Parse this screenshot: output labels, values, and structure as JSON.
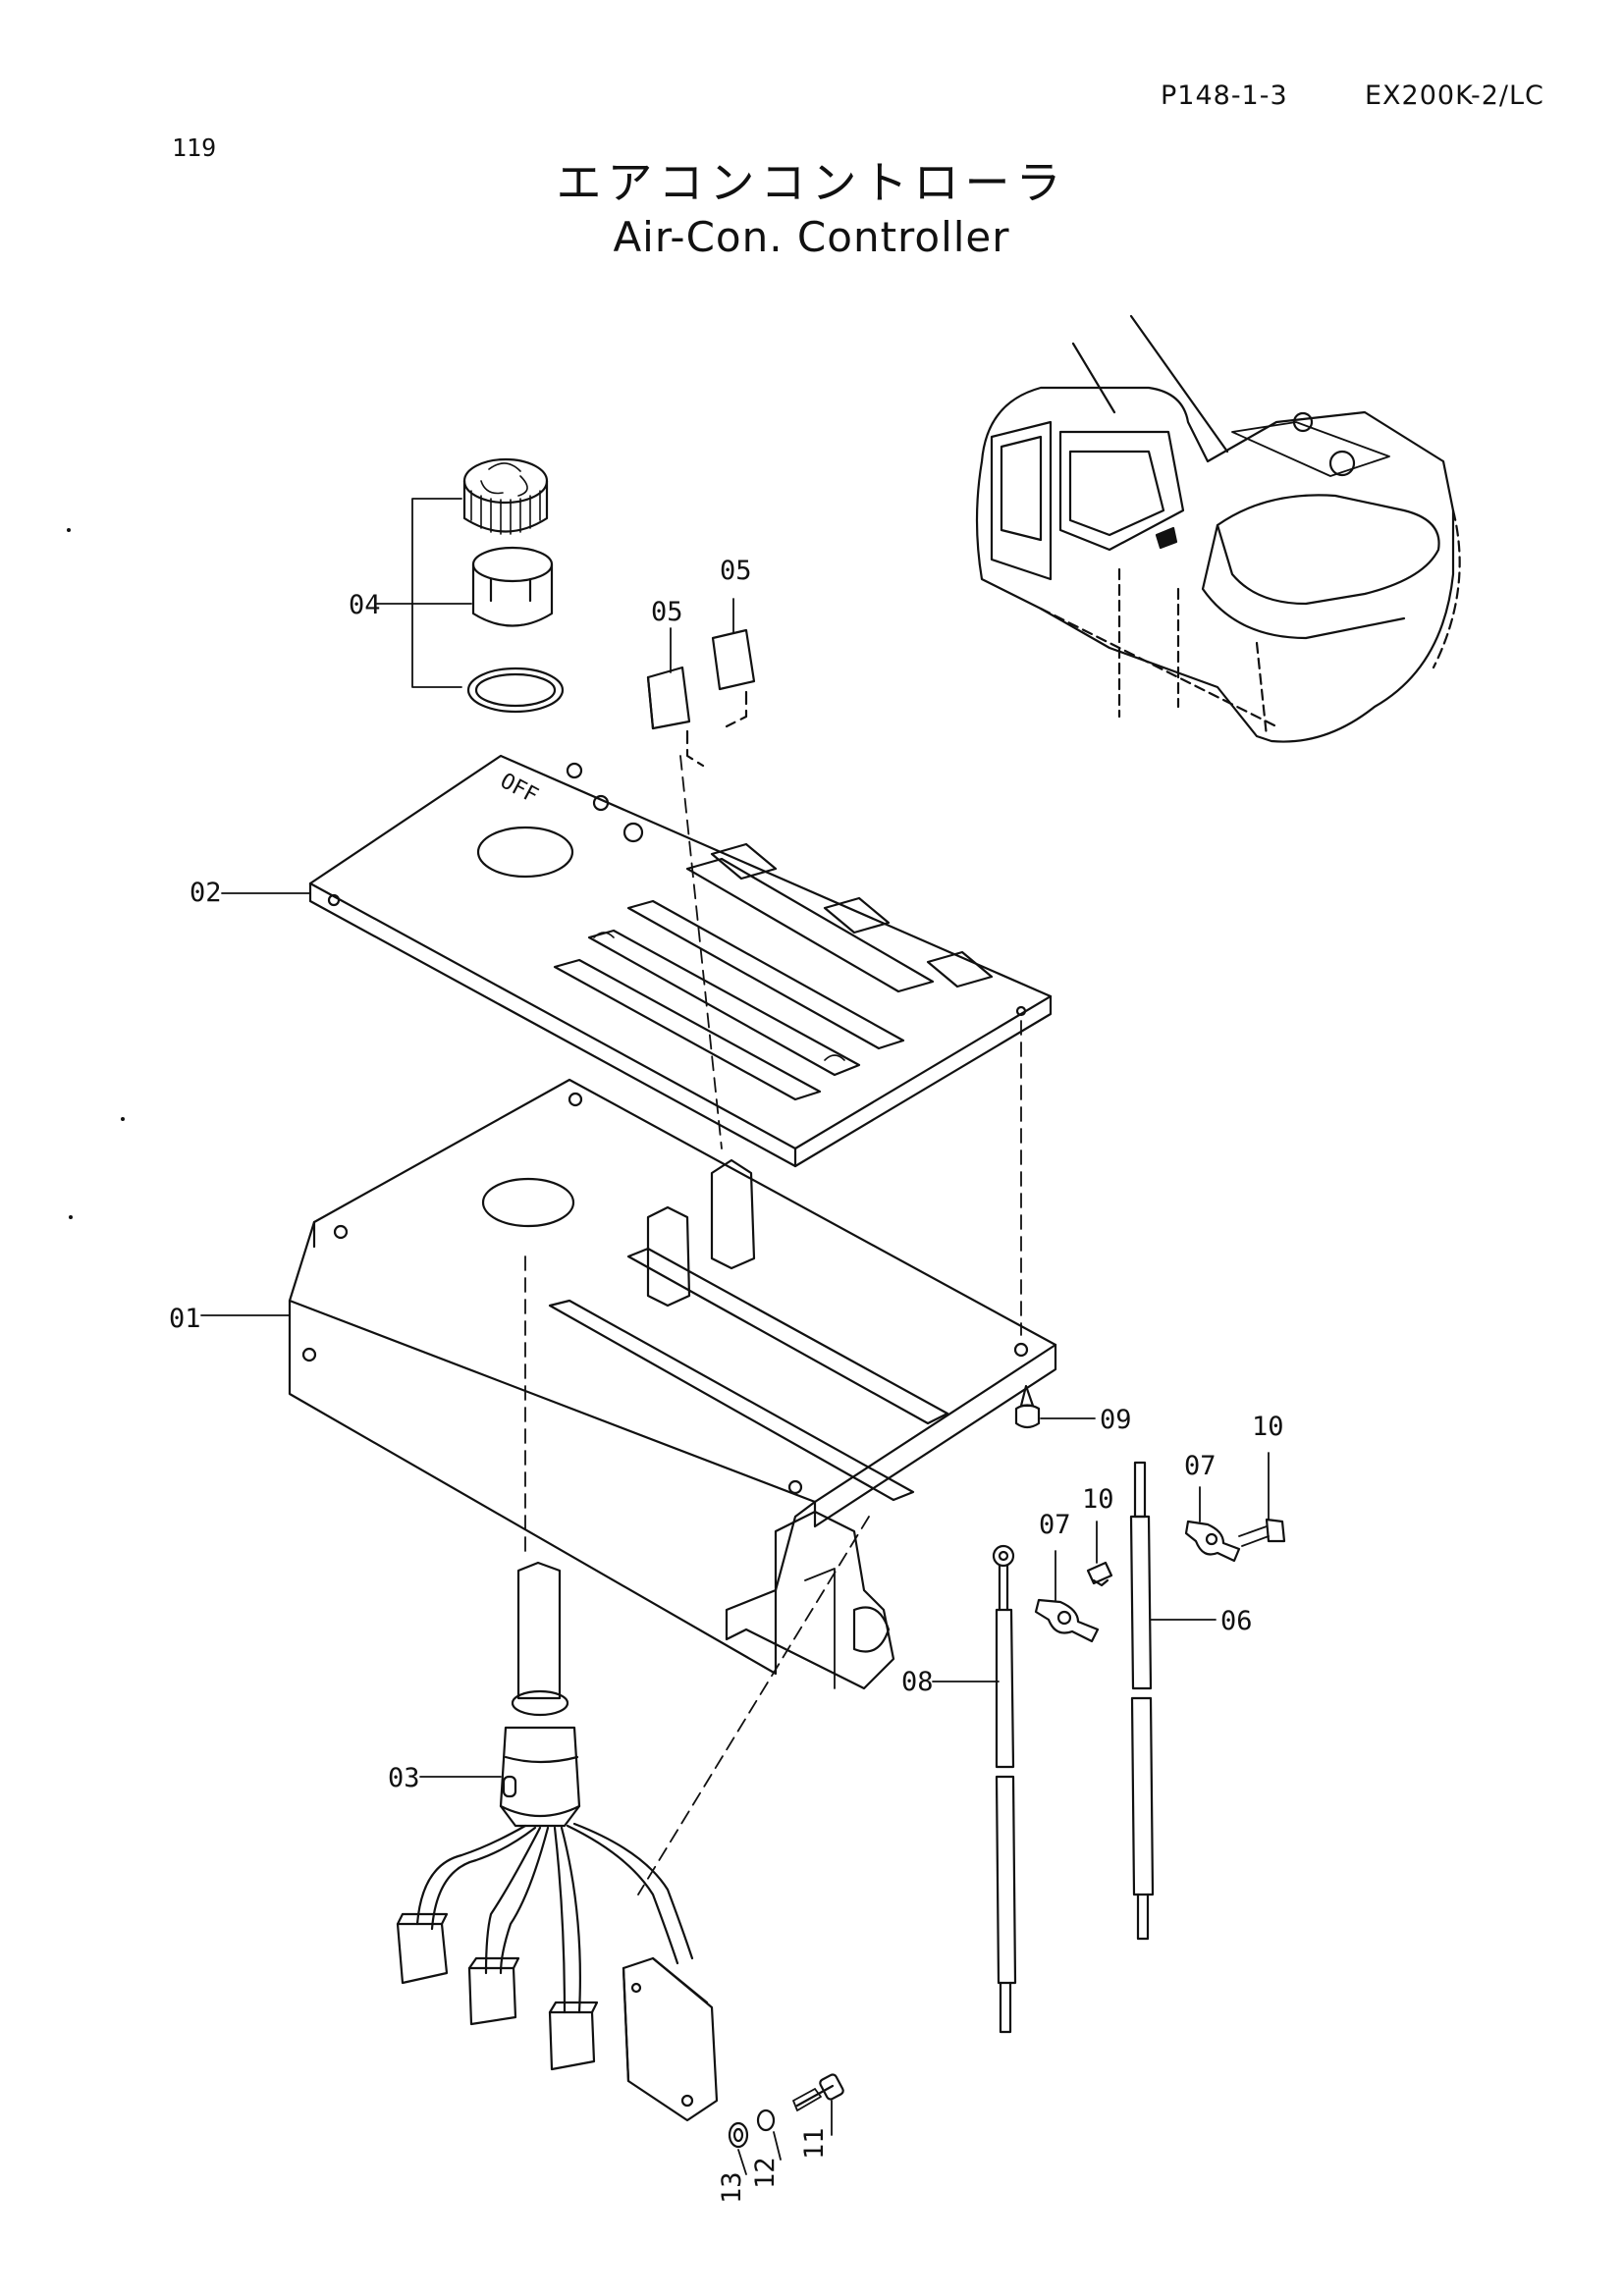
{
  "header": {
    "ref_code": "P148-1-3",
    "model": "EX200K-2/LC",
    "page_number": "119"
  },
  "title": {
    "japanese": "エアコンコントローラ",
    "english": "Air-Con. Controller"
  },
  "callouts": [
    "04",
    "05",
    "05",
    "02",
    "01",
    "09",
    "10",
    "07",
    "10",
    "07",
    "06",
    "08",
    "03",
    "11",
    "12",
    "13"
  ],
  "panel_text": "OFF"
}
